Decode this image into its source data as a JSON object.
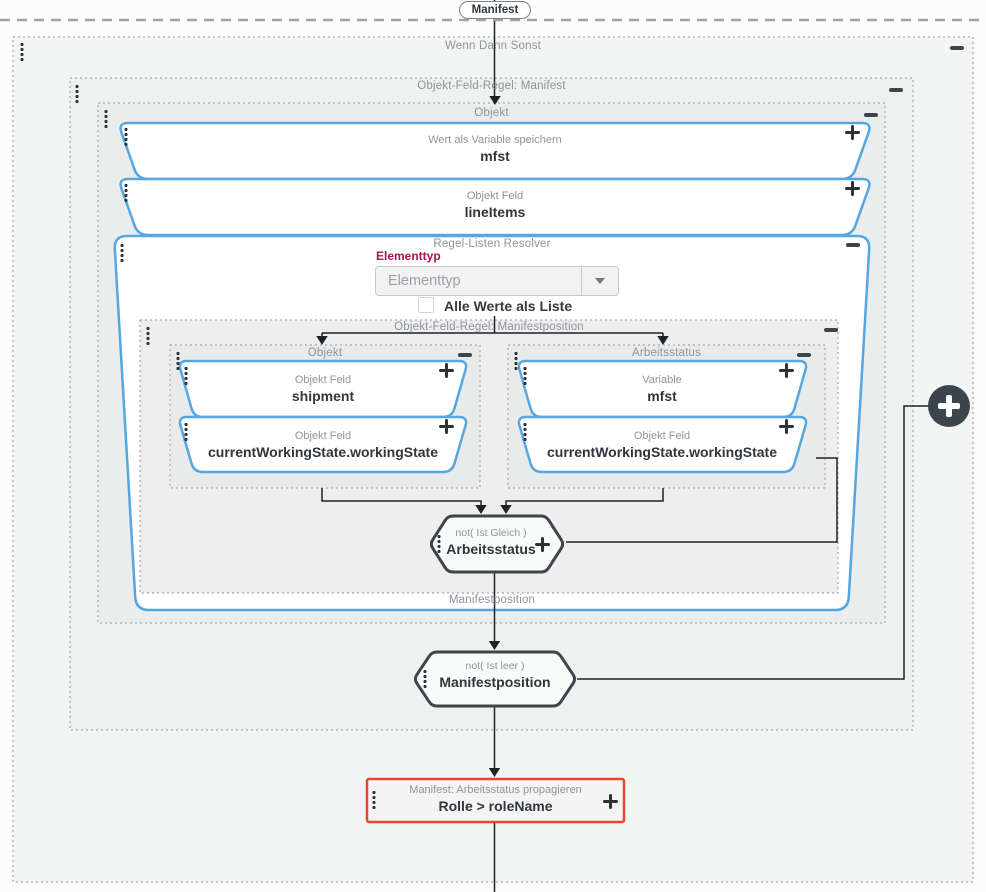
{
  "flow_label": {
    "text": "Manifest"
  },
  "outer_container": {
    "title": "Wenn Dann Sonst"
  },
  "rule_manifest": {
    "title": "Objekt-Feld-Regel: Manifest"
  },
  "objekt_group": {
    "title": "Objekt"
  },
  "nodes": {
    "store_variable": {
      "label": "Wert als Variable speichern",
      "value": "mfst"
    },
    "line_items": {
      "label": "Objekt Feld",
      "value": "lineItems"
    }
  },
  "resolver": {
    "title": "Regel-Listen Resolver",
    "bottom_label": "Manifestposition",
    "elementtyp_label": "Elementtyp",
    "dropdown_value": "Elementtyp",
    "checkbox_label": "Alle Werte als Liste"
  },
  "rule_manifestposition": {
    "title": "Objekt-Feld-Regel: Manifestposition"
  },
  "objekt_subgroup": {
    "title": "Objekt",
    "field1": {
      "label": "Objekt Feld",
      "value": "shipment"
    },
    "field2": {
      "label": "Objekt Feld",
      "value": "currentWorkingState.workingState"
    }
  },
  "arbeitsstatus_subgroup": {
    "title": "Arbeitsstatus",
    "field1": {
      "label": "Variable",
      "value": "mfst"
    },
    "field2": {
      "label": "Objekt Feld",
      "value": "currentWorkingState.workingState"
    }
  },
  "condition_gleich": {
    "operator": "not( Ist Gleich )",
    "value": "Arbeitsstatus"
  },
  "condition_leer": {
    "operator": "not( Ist leer )",
    "value": "Manifestposition"
  },
  "action_box": {
    "label": "Manifest: Arbeitsstatus propagieren",
    "value": "Rolle > roleName"
  },
  "colors": {
    "accent_blue": "#54a7e0",
    "dark_slate": "#3c444d",
    "red_label": "#a9134e",
    "red_border": "#e5472f",
    "line": "#1d2226"
  }
}
